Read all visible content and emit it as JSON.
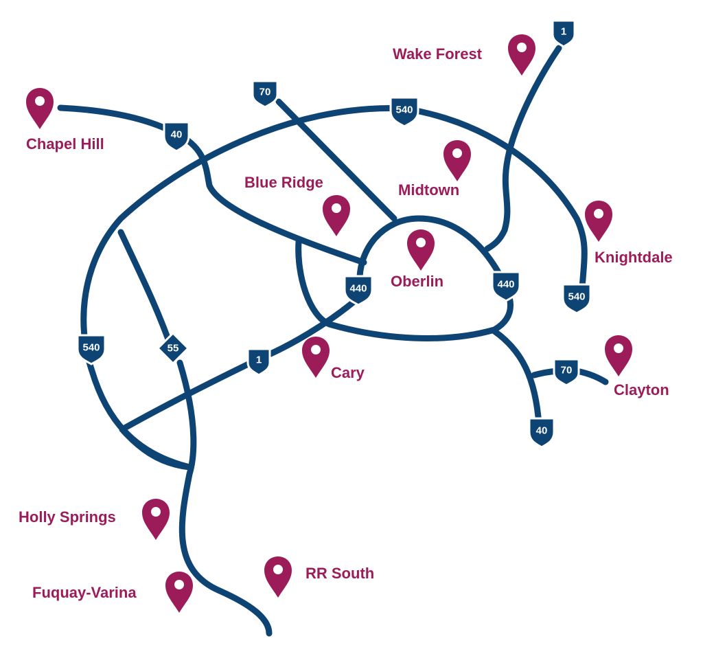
{
  "colors": {
    "road": "#0e4474",
    "pin": "#9c1c5a",
    "label": "#9c1c5a"
  },
  "locations": [
    {
      "id": "chapel-hill",
      "name": "Chapel Hill"
    },
    {
      "id": "wake-forest",
      "name": "Wake Forest"
    },
    {
      "id": "blue-ridge",
      "name": "Blue Ridge"
    },
    {
      "id": "midtown",
      "name": "Midtown"
    },
    {
      "id": "oberlin",
      "name": "Oberlin"
    },
    {
      "id": "knightdale",
      "name": "Knightdale"
    },
    {
      "id": "cary",
      "name": "Cary"
    },
    {
      "id": "clayton",
      "name": "Clayton"
    },
    {
      "id": "holly-springs",
      "name": "Holly Springs"
    },
    {
      "id": "rr-south",
      "name": "RR South"
    },
    {
      "id": "fuquay-varina",
      "name": "Fuquay-Varina"
    }
  ],
  "route_markers": [
    {
      "id": "us-1-north",
      "number": "1",
      "shape": "us-shield"
    },
    {
      "id": "us-70-north",
      "number": "70",
      "shape": "us-shield"
    },
    {
      "id": "i-540-north",
      "number": "540",
      "shape": "interstate-shield"
    },
    {
      "id": "i-40-west",
      "number": "40",
      "shape": "interstate-shield"
    },
    {
      "id": "i-440-west",
      "number": "440",
      "shape": "interstate-shield"
    },
    {
      "id": "i-440-east",
      "number": "440",
      "shape": "interstate-shield"
    },
    {
      "id": "i-540-east",
      "number": "540",
      "shape": "interstate-shield"
    },
    {
      "id": "i-540-west",
      "number": "540",
      "shape": "interstate-shield"
    },
    {
      "id": "nc-55",
      "number": "55",
      "shape": "nc-diamond"
    },
    {
      "id": "us-1-south",
      "number": "1",
      "shape": "us-shield"
    },
    {
      "id": "us-70-east",
      "number": "70",
      "shape": "us-shield"
    },
    {
      "id": "i-40-east",
      "number": "40",
      "shape": "interstate-shield"
    }
  ]
}
